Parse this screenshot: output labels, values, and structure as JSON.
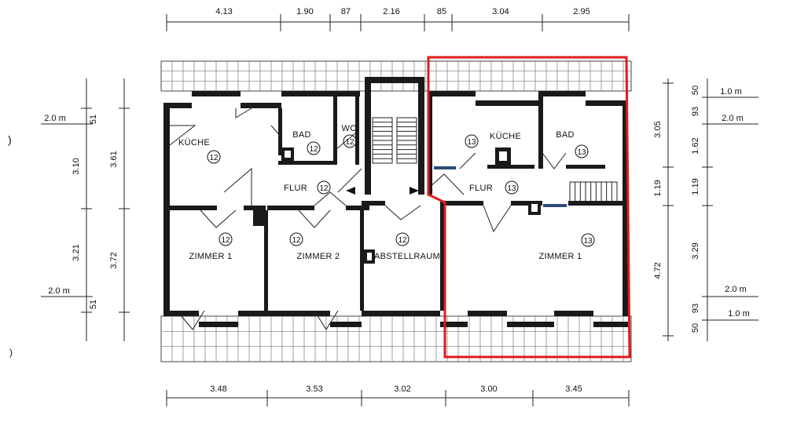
{
  "dims_top": [
    "4.13",
    "1.90",
    "87",
    "2.16",
    "85",
    "3.04",
    "2.95"
  ],
  "dims_bottom": [
    "3.48",
    "3.53",
    "3.02",
    "3.00",
    "3.45"
  ],
  "dims_left_outer": [
    "51",
    "3.10",
    "3.21",
    "51"
  ],
  "dims_left_inner": [
    "3.61",
    "3.72"
  ],
  "dims_left_notes": [
    "2.0 m",
    "2.0 m"
  ],
  "dims_right_inner": [
    "3.05",
    "1.19",
    "4.72"
  ],
  "dims_right_outer": [
    "50",
    "93",
    "1.62",
    "1.19",
    "3.29",
    "93",
    "50"
  ],
  "dims_right_notes": [
    "1.0 m",
    "2.0 m",
    "2.0 m",
    "1.0 m"
  ],
  "rooms": {
    "kuche_left": "KÜCHE",
    "bad_left": "BAD",
    "wc": "WC",
    "flur_left": "FLUR",
    "zimmer1_left": "ZIMMER 1",
    "zimmer2": "ZIMMER 2",
    "abstellraum": "ABSTELLRAUM",
    "kuche_right": "KÜCHE",
    "bad_right": "BAD",
    "flur_right": "FLUR",
    "zimmer1_right": "ZIMMER 1"
  },
  "unit_numbers": {
    "left": "12",
    "right": "13"
  },
  "highlight_color": "#e01b1b"
}
